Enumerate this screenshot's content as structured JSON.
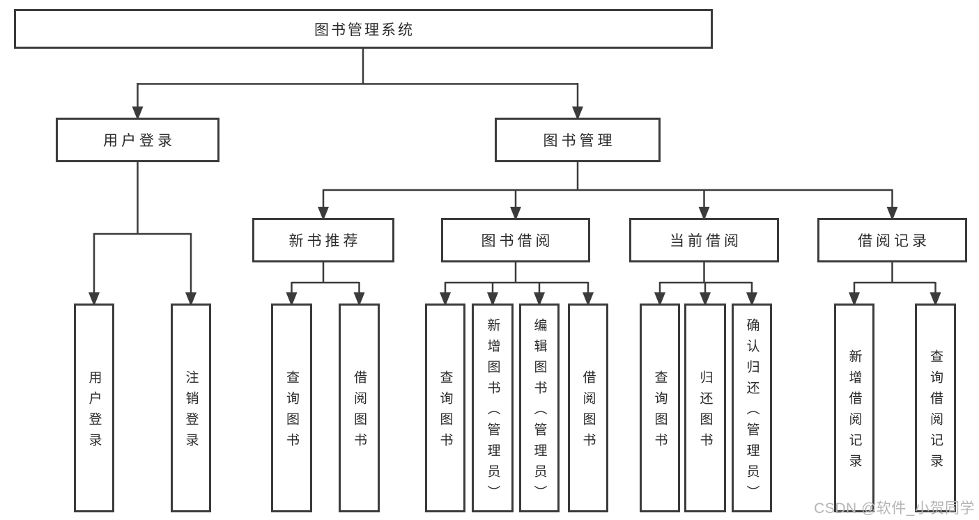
{
  "colors": {
    "line": "#3b3b3b",
    "box_border": "#3b3b3b",
    "text": "#2b2b2b",
    "watermark": "#b5b5b5",
    "background": "#ffffff"
  },
  "watermark": {
    "text": "CSDN @软件_小贺同学"
  },
  "tree": {
    "root": {
      "label": "图书管理系统",
      "children": [
        {
          "label": "用户登录",
          "children": [
            {
              "label": "用户登录"
            },
            {
              "label": "注销登录"
            }
          ]
        },
        {
          "label": "图书管理",
          "children": [
            {
              "label": "新书推荐",
              "children": [
                {
                  "label": "查询图书"
                },
                {
                  "label": "借阅图书"
                }
              ]
            },
            {
              "label": "图书借阅",
              "children": [
                {
                  "label": "查询图书"
                },
                {
                  "label": "新增图书（管理员）"
                },
                {
                  "label": "编辑图书（管理员）"
                },
                {
                  "label": "借阅图书"
                }
              ]
            },
            {
              "label": "当前借阅",
              "children": [
                {
                  "label": "查询图书"
                },
                {
                  "label": "归还图书"
                },
                {
                  "label": "确认归还（管理员）"
                }
              ]
            },
            {
              "label": "借阅记录",
              "children": [
                {
                  "label": "新增借阅记录"
                },
                {
                  "label": "查询借阅记录"
                }
              ]
            }
          ]
        }
      ]
    }
  }
}
